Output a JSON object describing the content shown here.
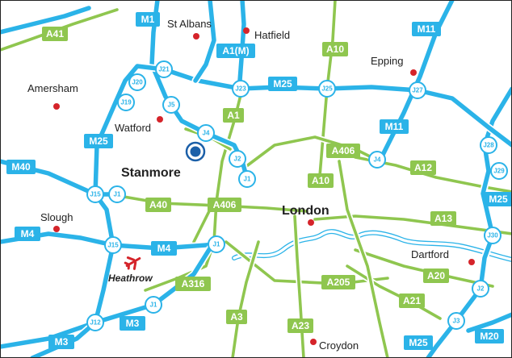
{
  "colors": {
    "motorway": "#2bb3e8",
    "a_road": "#8fc64f",
    "town_dot": "#d5242a",
    "marker": "#1b5fa8",
    "airport": "#d5242a"
  },
  "icons": {
    "airport": "plane-icon",
    "location": "location-marker-icon"
  },
  "places": {
    "st_albans": "St Albans",
    "hatfield": "Hatfield",
    "amersham": "Amersham",
    "epping": "Epping",
    "watford": "Watford",
    "stanmore": "Stanmore",
    "london": "London",
    "slough": "Slough",
    "dartford": "Dartford",
    "heathrow": "Heathrow",
    "croydon": "Croydon"
  },
  "roads": {
    "m1": "M1",
    "a41": "A41",
    "a1m": "A1(M)",
    "a10_north": "A10",
    "m11_top": "M11",
    "m25_ring": "M25",
    "a1": "A1",
    "m25_west": "M25",
    "m11_east": "M11",
    "a406_east": "A406",
    "m40": "M40",
    "a12": "A12",
    "a10_center": "A10",
    "a40": "A40",
    "a406_west": "A406",
    "m25_east": "M25",
    "a13": "A13",
    "m4": "M4",
    "m4_center": "M4",
    "a316": "A316",
    "a205": "A205",
    "a20": "A20",
    "a21": "A21",
    "a3": "A3",
    "m3_west": "M3",
    "m3": "M3",
    "a23": "A23",
    "m25_south": "M25",
    "m20": "M20"
  },
  "junctions": {
    "m1_j4": "J4",
    "m1_j1": "J1",
    "m1_j2": "J2",
    "j5": "J5",
    "j19": "J19",
    "j20": "J20",
    "j21": "J21",
    "j23": "J23",
    "j25": "J25",
    "j27": "J27",
    "m11_j4": "J4",
    "j28": "J28",
    "j29": "J29",
    "j30": "J30",
    "m40_j1": "J1",
    "j15_m40": "J15",
    "j15_m4": "J15",
    "m4_j1": "J1",
    "m3_j1": "J1",
    "j12": "J12",
    "m20_j2": "J2",
    "m25_j3": "J3"
  }
}
